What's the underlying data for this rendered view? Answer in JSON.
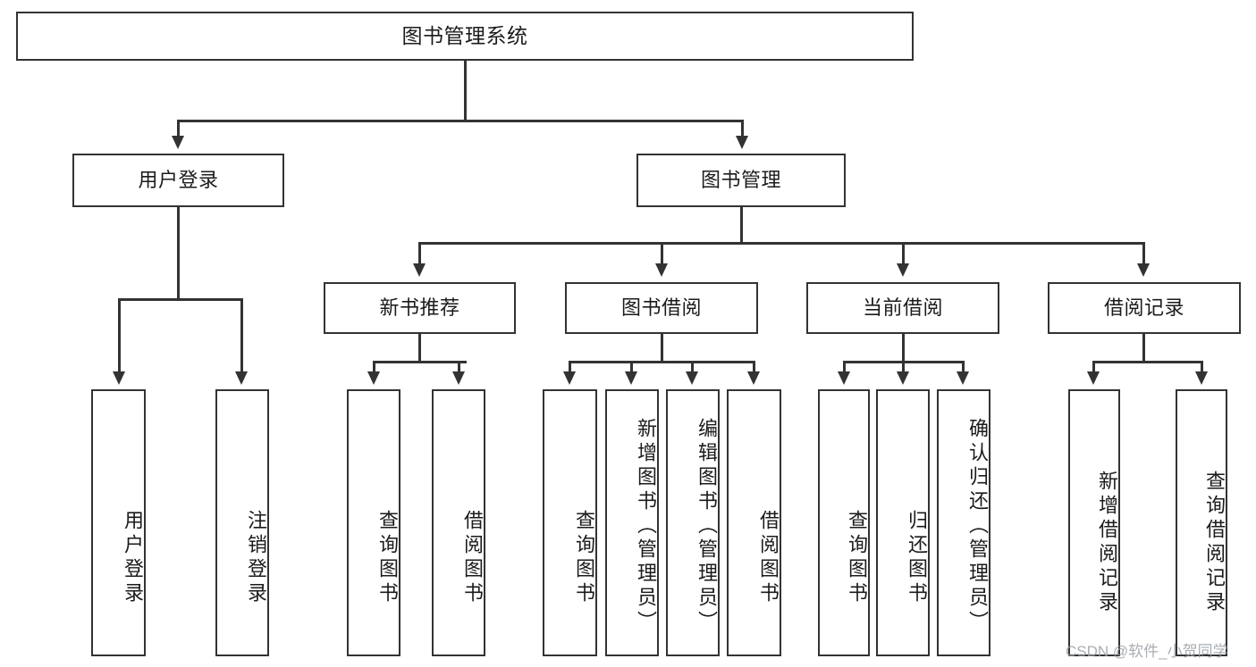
{
  "diagram": {
    "type": "tree-hierarchy-functional-decomposition",
    "root": {
      "label": "图书管理系统"
    },
    "level2": [
      {
        "id": "user-login",
        "label": "用户登录"
      },
      {
        "id": "book-management",
        "label": "图书管理"
      }
    ],
    "level3": [
      {
        "id": "new-book-recommend",
        "label": "新书推荐",
        "parent": "book-management"
      },
      {
        "id": "book-borrow",
        "label": "图书借阅",
        "parent": "book-management"
      },
      {
        "id": "current-borrow",
        "label": "当前借阅",
        "parent": "book-management"
      },
      {
        "id": "borrow-record",
        "label": "借阅记录",
        "parent": "book-management"
      }
    ],
    "leaves": [
      {
        "id": "leaf-user-login",
        "label": "用户登录",
        "parent": "user-login"
      },
      {
        "id": "leaf-logout",
        "label": "注销登录",
        "parent": "user-login"
      },
      {
        "id": "leaf-query-book-1",
        "label": "查询图书",
        "parent": "new-book-recommend"
      },
      {
        "id": "leaf-borrow-book-1",
        "label": "借阅图书",
        "parent": "new-book-recommend"
      },
      {
        "id": "leaf-query-book-2",
        "label": "查询图书",
        "parent": "book-borrow"
      },
      {
        "id": "leaf-add-book",
        "label": "新增图书（管理员）",
        "parent": "book-borrow"
      },
      {
        "id": "leaf-edit-book",
        "label": "编辑图书（管理员）",
        "parent": "book-borrow"
      },
      {
        "id": "leaf-borrow-book-2",
        "label": "借阅图书",
        "parent": "book-borrow"
      },
      {
        "id": "leaf-query-book-3",
        "label": "查询图书",
        "parent": "current-borrow"
      },
      {
        "id": "leaf-return-book",
        "label": "归还图书",
        "parent": "current-borrow"
      },
      {
        "id": "leaf-confirm-return",
        "label": "确认归还（管理员）",
        "parent": "current-borrow"
      },
      {
        "id": "leaf-add-borrow-record",
        "label": "新增借阅记录",
        "parent": "borrow-record"
      },
      {
        "id": "leaf-query-borrow-record",
        "label": "查询借阅记录",
        "parent": "borrow-record"
      }
    ],
    "watermark": "CSDN @软件_小贺同学",
    "colors": {
      "stroke": "#333333",
      "background": "#ffffff",
      "text": "#1b1b1b",
      "watermark": "#9aa0a6"
    }
  }
}
